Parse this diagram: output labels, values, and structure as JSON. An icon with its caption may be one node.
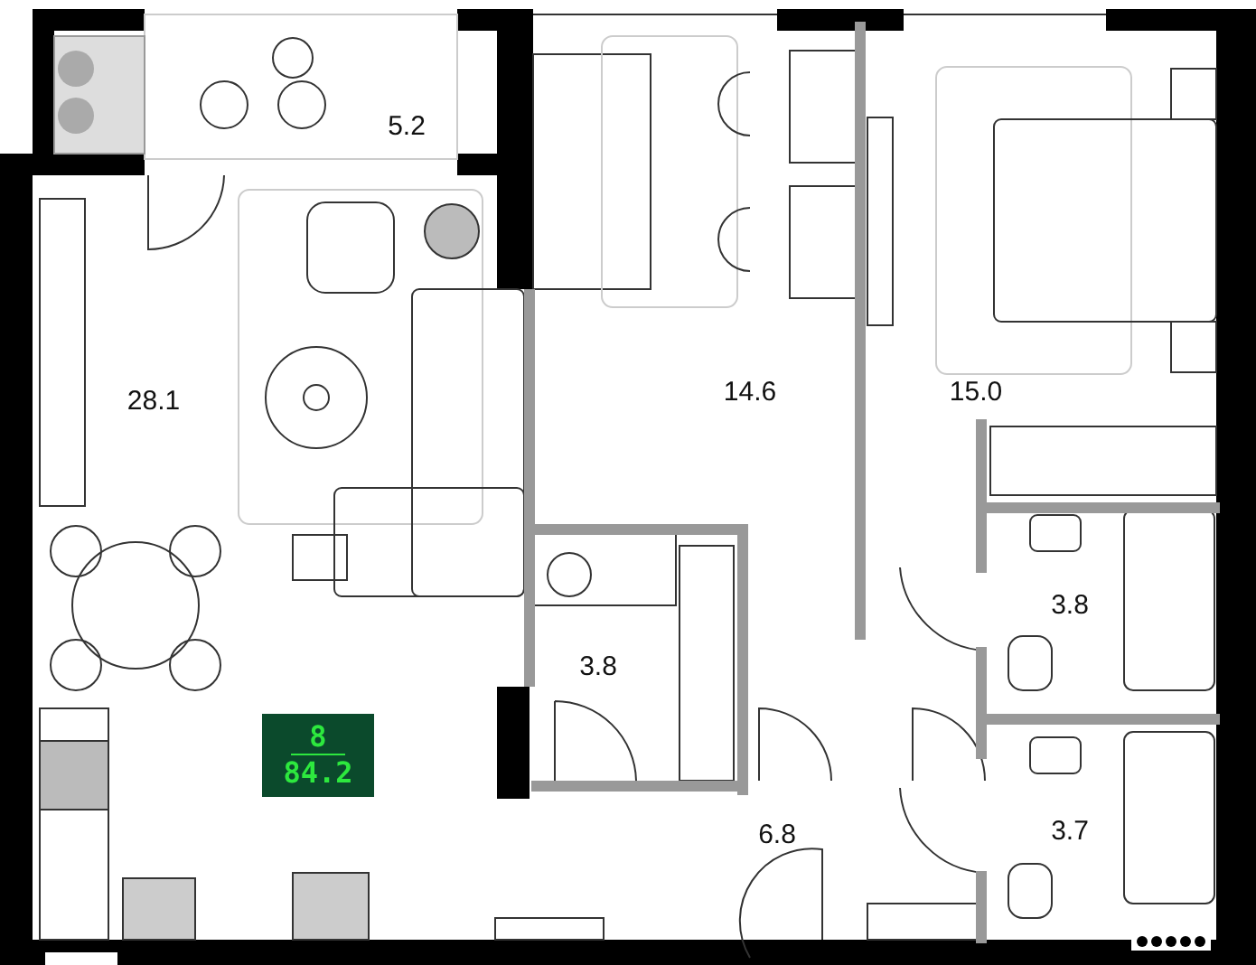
{
  "diagram": {
    "nodes": [
      {
        "text": [
          "8",
          "84.2"
        ]
      }
    ],
    "labels": [
      "5.2",
      "28.1",
      "14.6",
      "15.0",
      "3.8",
      "3.8",
      "3.7",
      "6.8"
    ]
  }
}
